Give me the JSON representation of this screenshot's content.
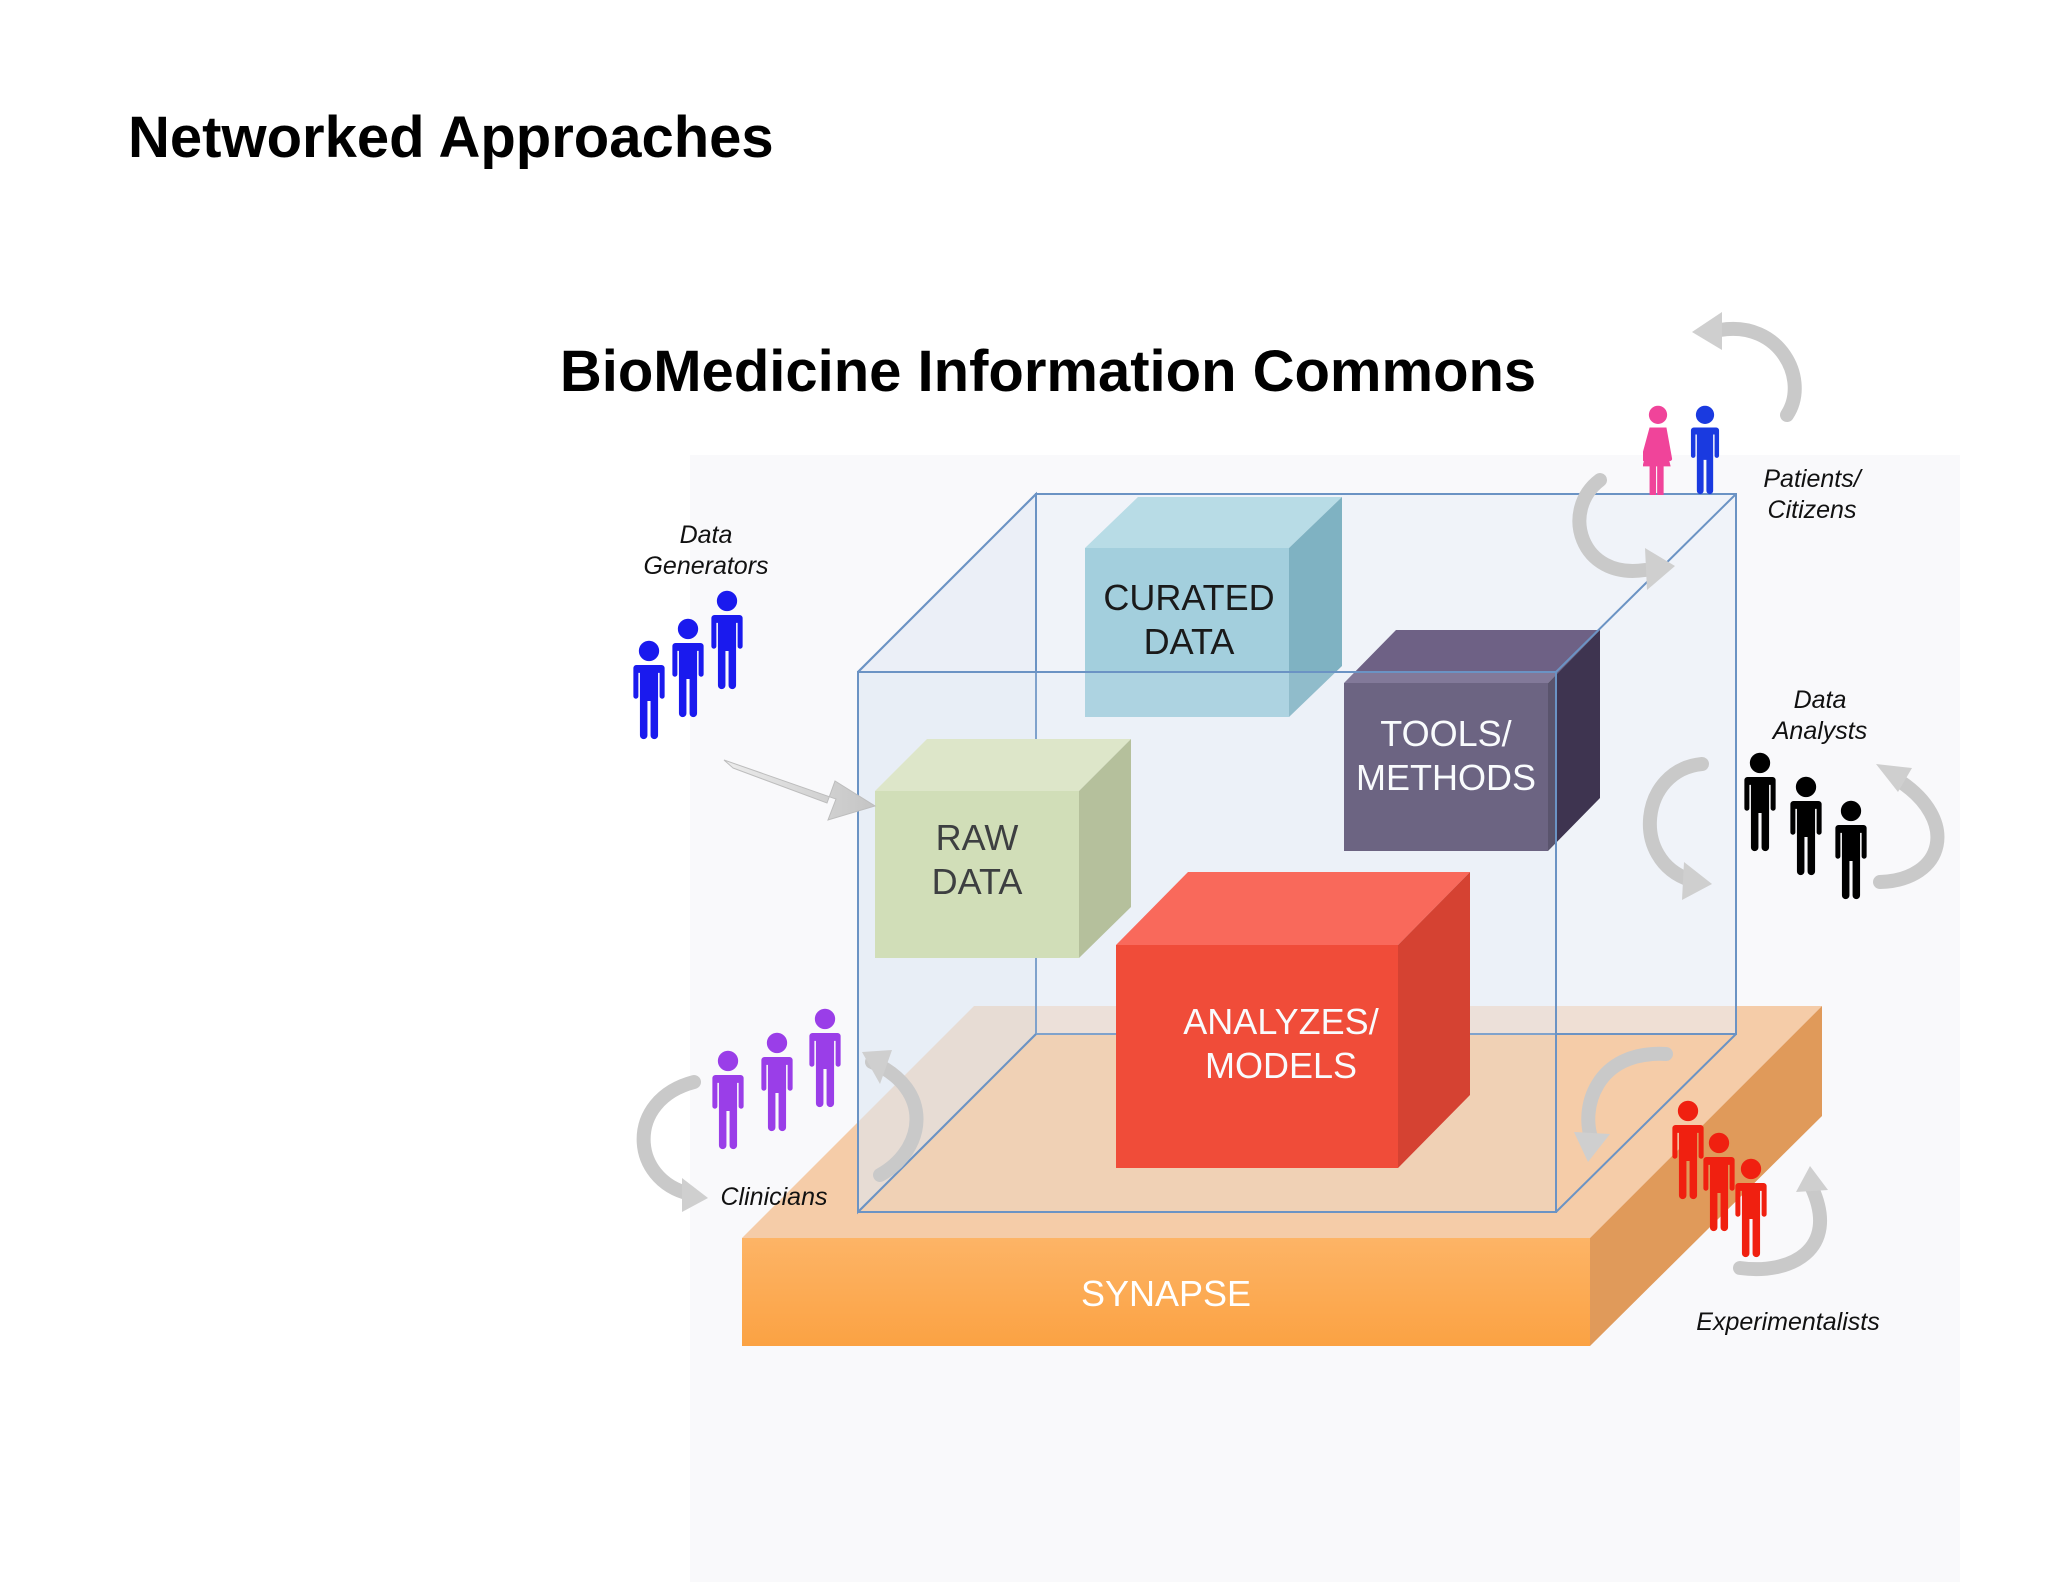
{
  "slide": {
    "title": "Networked Approaches"
  },
  "diagram": {
    "title": "BioMedicine Information Commons",
    "platform": "SYNAPSE",
    "blocks": {
      "raw_data": [
        "RAW",
        "DATA"
      ],
      "curated_data": [
        "CURATED",
        "DATA"
      ],
      "tools_methods": [
        "TOOLS/",
        "METHODS"
      ],
      "analyzes_models": [
        "ANALYZES/",
        "MODELS"
      ]
    },
    "groups": {
      "data_generators": {
        "label": [
          "Data",
          "Generators"
        ],
        "color": "#1a1aee"
      },
      "patients_citizens": {
        "label": [
          "Patients/",
          "Citizens"
        ],
        "colors": [
          "#f0449a",
          "#1a3ae0"
        ]
      },
      "data_analysts": {
        "label": [
          "Data",
          "Analysts"
        ],
        "color": "#000000"
      },
      "clinicians": {
        "label": [
          "Clinicians"
        ],
        "color": "#9a3ee8"
      },
      "experimentalists": {
        "label": [
          "Experimentalists"
        ],
        "color": "#f02010"
      }
    },
    "icons": [
      "person-icon",
      "cycle-arrow-icon",
      "input-arrow-icon"
    ]
  }
}
